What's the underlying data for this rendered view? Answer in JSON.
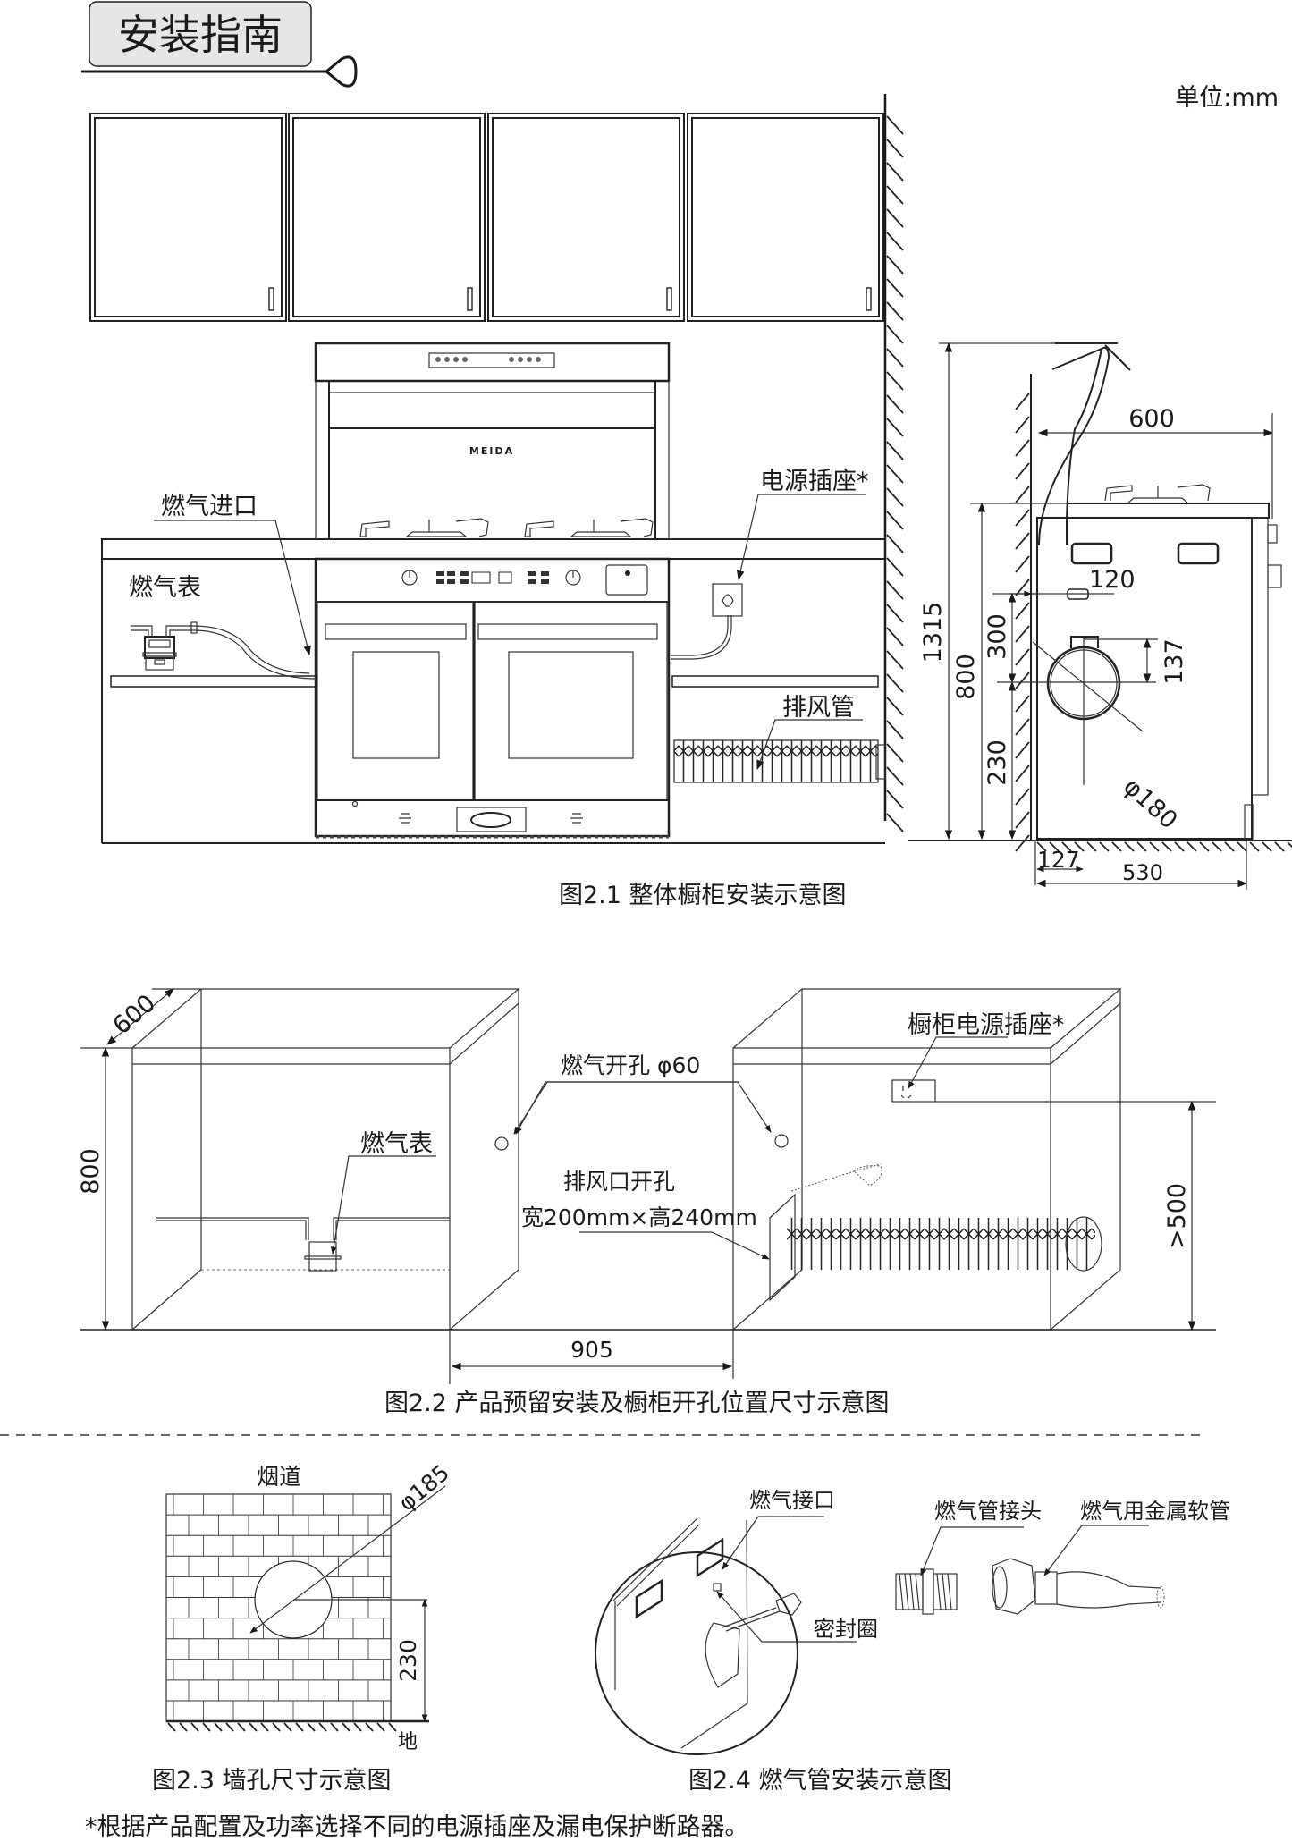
{
  "header": {
    "title": "安装指南",
    "unit": "单位:mm"
  },
  "fig1": {
    "caption": "图2.1 整体橱柜安装示意图",
    "labels": {
      "gas_inlet": "燃气进口",
      "gas_meter": "燃气表",
      "power_socket": "电源插座*",
      "exhaust_pipe": "排风管",
      "brand": "MEIDA"
    },
    "dimensions": {
      "total_height": "1315",
      "counter_height": "800",
      "depth_top": "600",
      "gas_offset": "120",
      "gas_height": "300",
      "duct_height": "230",
      "duct_offset": "137",
      "duct_diameter": "φ180",
      "duct_from_wall": "127",
      "body_depth": "530"
    }
  },
  "fig2": {
    "caption": "图2.2 产品预留安装及橱柜开孔位置尺寸示意图",
    "labels": {
      "gas_hole": "燃气开孔 φ60",
      "gas_meter": "燃气表",
      "exhaust_hole_line1": "排风口开孔",
      "exhaust_hole_line2": "宽200mm×高240mm",
      "cabinet_socket": "橱柜电源插座*"
    },
    "dimensions": {
      "depth": "600",
      "height": "800",
      "width": "905",
      "socket_height": ">500"
    }
  },
  "fig3": {
    "caption": "图2.3 墙孔尺寸示意图",
    "labels": {
      "flue": "烟道",
      "ground": "地"
    },
    "dimensions": {
      "diameter": "φ185",
      "height": "230"
    }
  },
  "fig4": {
    "caption": "图2.4 燃气管安装示意图",
    "labels": {
      "gas_port": "燃气接口",
      "seal_ring": "密封圈",
      "pipe_joint": "燃气管接头",
      "metal_hose": "燃气用金属软管"
    }
  },
  "footnote": "*根据产品配置及功率选择不同的电源插座及漏电保护断路器。"
}
